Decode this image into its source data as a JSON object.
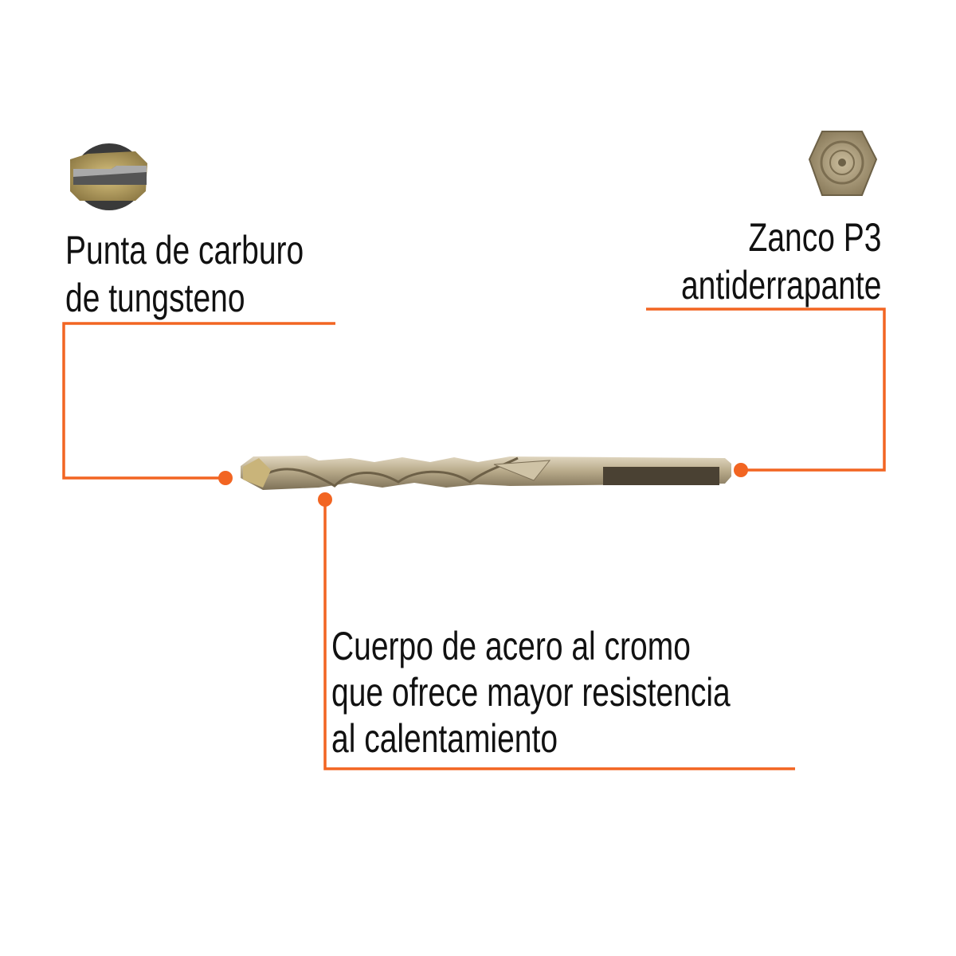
{
  "callouts": {
    "tip": {
      "lines": [
        "Punta de carburo",
        "de tungsteno"
      ],
      "icon": "carbide-tip-icon"
    },
    "shank": {
      "lines": [
        "Zanco P3",
        "antiderrapante"
      ],
      "icon": "hex-shank-icon"
    },
    "body": {
      "lines": [
        "Cuerpo de acero al cromo",
        "que ofrece mayor resistencia",
        "al calentamiento"
      ]
    }
  },
  "colors": {
    "accent": "#f26522",
    "text": "#111111",
    "metal": "#b9ab8c"
  }
}
